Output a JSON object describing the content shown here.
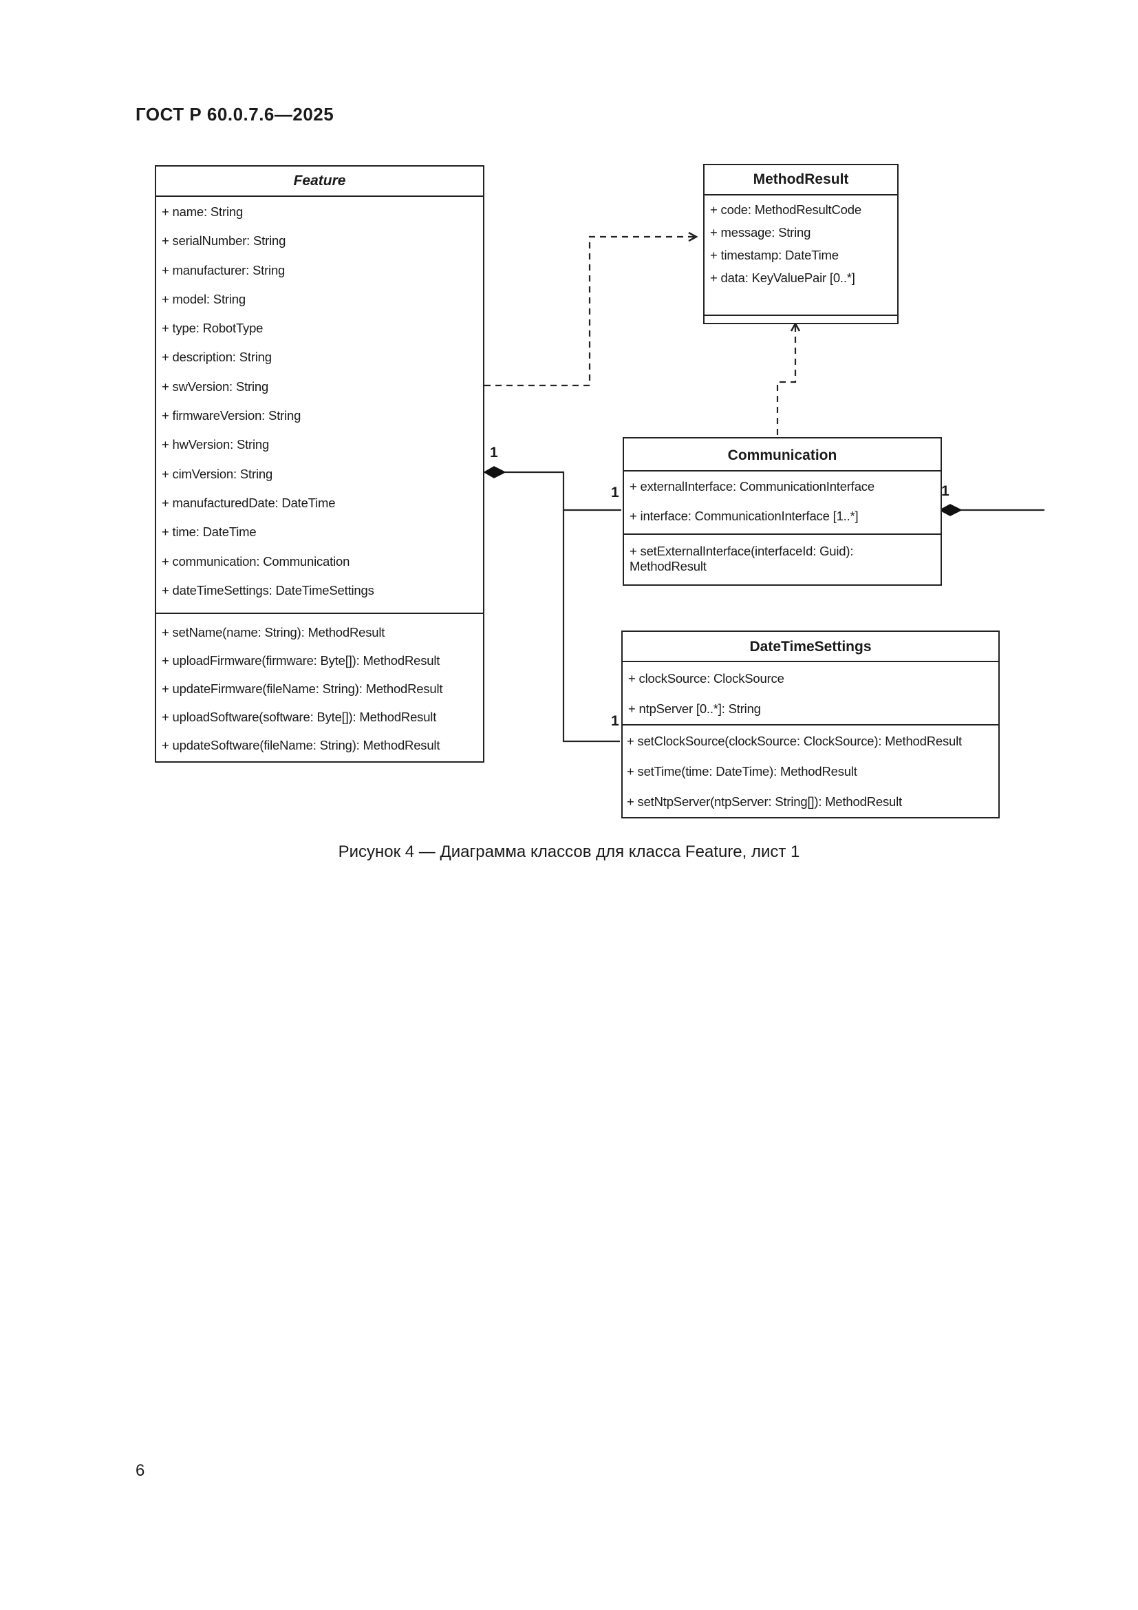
{
  "document": {
    "header": "ГОСТ Р 60.0.7.6—2025",
    "page_number": "6",
    "figure_caption": "Рисунок 4 — Диаграмма классов для класса Feature, лист 1"
  },
  "diagram": {
    "classes": {
      "feature": {
        "name": "Feature",
        "attributes": [
          "+ name: String",
          "+ serialNumber: String",
          "+ manufacturer: String",
          "+ model: String",
          "+ type: RobotType",
          "+ description: String",
          "+ swVersion: String",
          "+ firmwareVersion: String",
          "+ hwVersion: String",
          "+ cimVersion: String",
          "+ manufacturedDate: DateTime",
          "+ time: DateTime",
          "+ communication: Communication",
          "+ dateTimeSettings: DateTimeSettings"
        ],
        "operations": [
          "+ setName(name: String): MethodResult",
          "+ uploadFirmware(firmware: Byte[]): MethodResult",
          "+ updateFirmware(fileName: String): MethodResult",
          "+ uploadSoftware(software: Byte[]): MethodResult",
          "+ updateSoftware(fileName: String): MethodResult"
        ]
      },
      "method_result": {
        "name": "MethodResult",
        "attributes": [
          "+ code: MethodResultCode",
          "+ message: String",
          "+ timestamp: DateTime",
          "+ data: KeyValuePair [0..*]"
        ],
        "operations": []
      },
      "communication": {
        "name": "Communication",
        "attributes": [
          "+ externalInterface: CommunicationInterface",
          "+ interface: CommunicationInterface [1..*]"
        ],
        "operations": [
          "+ setExternalInterface(interfaceId: Guid):",
          "MethodResult"
        ]
      },
      "date_time_settings": {
        "name": "DateTimeSettings",
        "attributes": [
          "+ clockSource: ClockSource",
          "+ ntpServer [0..*]: String"
        ],
        "operations": [
          "+ setClockSource(clockSource: ClockSource): MethodResult",
          "+ setTime(time: DateTime): MethodResult",
          "+ setNtpServer(ntpServer: String[]): MethodResult"
        ]
      }
    },
    "relations": [
      {
        "kind": "dependency",
        "from": "Feature",
        "to": "MethodResult"
      },
      {
        "kind": "dependency",
        "from": "Communication",
        "to": "MethodResult"
      },
      {
        "kind": "composition",
        "whole": "Feature",
        "part": "Communication",
        "whole_multiplicity": "1",
        "part_multiplicity": "1"
      },
      {
        "kind": "composition",
        "whole": "Feature",
        "part": "DateTimeSettings",
        "whole_multiplicity": "1",
        "part_multiplicity": "1"
      },
      {
        "kind": "composition",
        "whole": "Communication",
        "part": "",
        "whole_multiplicity": "1",
        "part_multiplicity": ""
      }
    ]
  }
}
